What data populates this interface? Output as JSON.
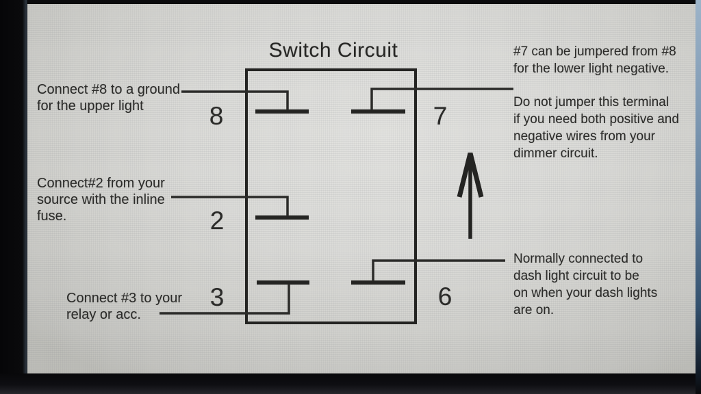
{
  "diagram": {
    "title": "Switch Circuit",
    "terminal_labels": {
      "t8": "8",
      "t7": "7",
      "t2": "2",
      "t3": "3",
      "t6": "6"
    },
    "notes": {
      "connect8": "Connect #8 to a ground\nfor the upper light",
      "connect2": "Connect#2 from your\nsource with the inline\nfuse.",
      "connect3": "Connect #3 to your\nrelay or acc.",
      "jumper7": "#7 can be jumpered from #8\nfor the lower light negative.",
      "no_jumper_warning": "Do not jumper this terminal\nif you need both positive and\nnegative wires from your\ndimmer circuit.",
      "dash_light": "Normally connected to\ndash light circuit to be\non when your dash lights\nare on."
    },
    "colors": {
      "ink": "#2b2b29",
      "screen_center": "#e2e2df",
      "screen_edge": "#c4c4c0",
      "bezel_black": "#0a0a0c",
      "edge_highlight_blue": "#7f9ab4"
    }
  }
}
